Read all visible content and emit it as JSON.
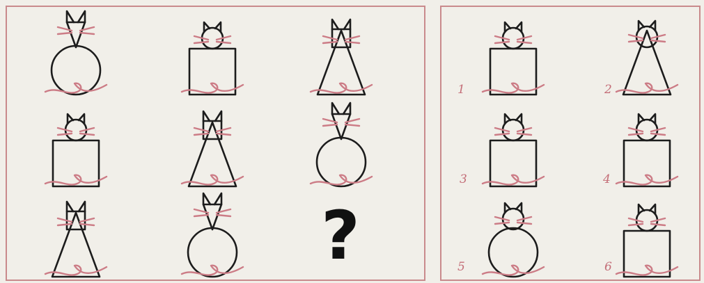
{
  "puzzle": {
    "missing_cell_symbol": "?",
    "answer_option_numbers": [
      "1",
      "2",
      "3",
      "4",
      "5",
      "6"
    ]
  },
  "grid": {
    "rows": [
      [
        {
          "head": "triangle",
          "body": "circle"
        },
        {
          "head": "circle",
          "body": "square"
        },
        {
          "head": "square",
          "body": "triangle"
        }
      ],
      [
        {
          "head": "circle",
          "body": "square"
        },
        {
          "head": "square",
          "body": "triangle"
        },
        {
          "head": "triangle",
          "body": "circle"
        }
      ],
      [
        {
          "head": "square",
          "body": "triangle"
        },
        {
          "head": "triangle",
          "body": "circle"
        },
        {
          "head": "unknown",
          "body": "unknown"
        }
      ]
    ]
  },
  "options": [
    {
      "number": "1",
      "head": "circle",
      "body": "square"
    },
    {
      "number": "2",
      "head": "circle",
      "body": "triangle"
    },
    {
      "number": "3",
      "head": "circle",
      "body": "square"
    },
    {
      "number": "4",
      "head": "circle",
      "body": "square"
    },
    {
      "number": "5",
      "head": "circle",
      "body": "circle"
    },
    {
      "number": "6",
      "head": "circle",
      "body": "square"
    }
  ],
  "colors": {
    "ink": "#1c1c1c",
    "accent_pink": "#cc7c86",
    "paper": "#f1efe9",
    "frame": "#c98a8c"
  }
}
